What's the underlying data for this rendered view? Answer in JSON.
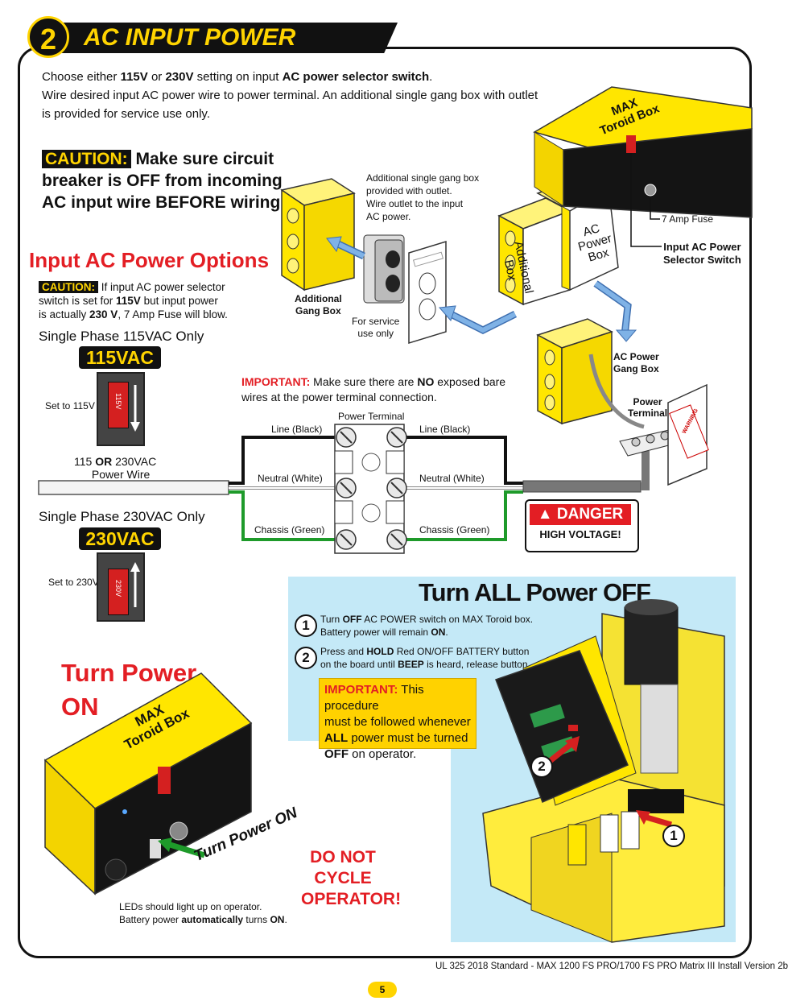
{
  "header": {
    "step": "2",
    "title": "AC INPUT POWER"
  },
  "intro": {
    "line1_a": "Choose either ",
    "line1_b": "115V",
    "line1_c": " or ",
    "line1_d": "230V",
    "line1_e": " setting on input ",
    "line1_f": "AC power selector switch",
    "line1_g": ".",
    "line2": "Wire desired input AC power wire to power terminal. An additional single gang box with outlet",
    "line3": "is provided for service use only."
  },
  "caution_main": {
    "label": "CAUTION:",
    "line1": " Make sure circuit",
    "line2": "breaker is OFF from incoming",
    "line3": "AC input wire BEFORE wiring!"
  },
  "options": {
    "heading": "Input AC Power Options",
    "caution_label": "CAUTION:",
    "c1": " If input AC power selector",
    "c2a": "switch is set for ",
    "c2b": "115V",
    "c2c": " but input power",
    "c3a": "is actually ",
    "c3b": "230 V",
    "c3c": ", 7 Amp Fuse will blow.",
    "single115": "Single Phase 115VAC Only",
    "badge115": "115VAC",
    "set115": "Set to 115V",
    "switch115": "115V",
    "wire_a": "115 ",
    "wire_b": "OR",
    "wire_c": " 230VAC",
    "wire_line2": "Power Wire",
    "single230": "Single Phase 230VAC Only",
    "badge230": "230VAC",
    "set230": "Set to 230V",
    "switch230": "230V"
  },
  "gang": {
    "note1": "Additional single gang box",
    "note2": "provided with outlet.",
    "note3": "Wire outlet to the input",
    "note4": "AC power.",
    "additional_label1": "Additional",
    "additional_label2": "Gang Box",
    "service1": "For service",
    "service2": "use only",
    "box_additional1": "Additional",
    "box_additional2": "Box",
    "box_ac1": "AC",
    "box_ac2": "Power",
    "box_ac3": "Box",
    "ac_gang1": "AC Power",
    "ac_gang2": "Gang Box",
    "power_terminal1": "Power",
    "power_terminal2": "Terminal"
  },
  "toroid_top": {
    "label1": "MAX",
    "label2": "Toroid Box",
    "fuse": "7 Amp Fuse",
    "selector1": "Input AC Power",
    "selector2": "Selector Switch"
  },
  "terminal": {
    "important_label": "IMPORTANT:",
    "imp1a": " Make sure there are ",
    "imp1b": "NO",
    "imp1c": " exposed bare",
    "imp2": "wires at the power terminal connection.",
    "power_terminal": "Power Terminal",
    "line_black_l": "Line (Black)",
    "line_black_r": "Line (Black)",
    "neutral_l": "Neutral (White)",
    "neutral_r": "Neutral (White)",
    "chassis_l": "Chassis (Green)",
    "chassis_r": "Chassis (Green)"
  },
  "danger": {
    "title": "DANGER",
    "sub": "HIGH VOLTAGE!"
  },
  "power_off": {
    "heading": "Turn ALL Power OFF",
    "s1_num": "1",
    "s1a": "Turn ",
    "s1b": "OFF",
    "s1c": " AC POWER switch on MAX Toroid box.",
    "s1d": "Battery power will remain ",
    "s1e": "ON",
    "s1f": ".",
    "s2_num": "2",
    "s2a": "Press and ",
    "s2b": "HOLD",
    "s2c": " Red ON/OFF BATTERY button",
    "s2d": "on the board until ",
    "s2e": "BEEP",
    "s2f": " is heard, release button.",
    "imp_label": "IMPORTANT:",
    "imp1": " This procedure",
    "imp2": "must be followed whenever",
    "imp3a": "ALL",
    "imp3b": " power must be turned",
    "imp4a": "OFF",
    "imp4b": " on operator.",
    "callout1": "1",
    "callout2": "2"
  },
  "power_on": {
    "heading1": "Turn Power",
    "heading2": "ON",
    "box1": "MAX",
    "box2": "Toroid Box",
    "arrow_text": "Turn Power ON",
    "led1": "LEDs should light up on operator.",
    "led2a": "Battery power ",
    "led2b": "automatically",
    "led2c": " turns ",
    "led2d": "ON",
    "led2e": ".",
    "nocycle1": "DO NOT",
    "nocycle2": "CYCLE",
    "nocycle3": "OPERATOR!"
  },
  "footer": {
    "doc": "UL 325 2018 Standard - MAX 1200 FS PRO/1700 FS PRO Matrix III Install Version 2b",
    "page": "5"
  },
  "colors": {
    "yellow": "#ffd400",
    "red": "#e31e24",
    "blue_panel": "#c4e9f7",
    "arrow_blue": "#7fb2e6"
  }
}
